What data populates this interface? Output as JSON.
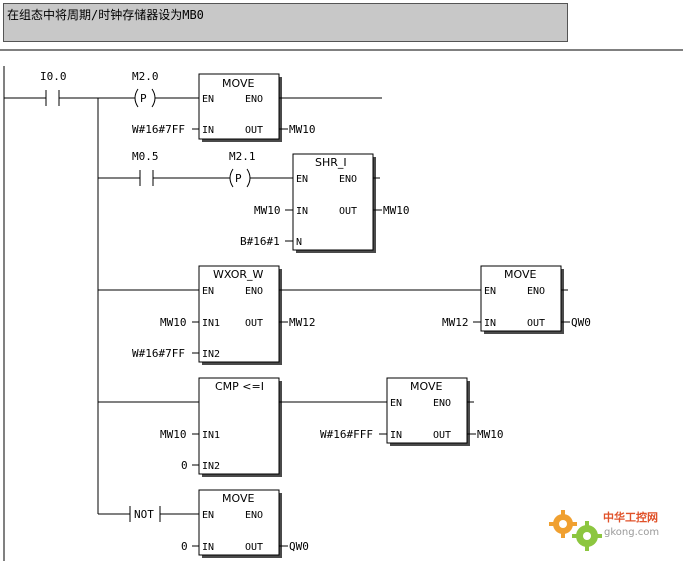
{
  "network_comment": "在组态中将周期/时钟存储器设为MB0",
  "contacts": {
    "i00": "I0.0",
    "m20": "M2.0",
    "m05": "M0.5",
    "m21": "M2.1",
    "p_symbol": "P",
    "not_label": "NOT"
  },
  "blocks": {
    "move1": {
      "title": "MOVE",
      "en": "EN",
      "eno": "ENO",
      "in_pin": "IN",
      "out_pin": "OUT",
      "in_val": "W#16#7FF",
      "out_val": "MW10"
    },
    "shr": {
      "title": "SHR_I",
      "en": "EN",
      "eno": "ENO",
      "in_pin": "IN",
      "out_pin": "OUT",
      "n_pin": "N",
      "in_val": "MW10",
      "out_val": "MW10",
      "n_val": "B#16#1"
    },
    "wxor": {
      "title": "WXOR_W",
      "en": "EN",
      "eno": "ENO",
      "in1_pin": "IN1",
      "in2_pin": "IN2",
      "out_pin": "OUT",
      "in1_val": "MW10",
      "in2_val": "W#16#7FF",
      "out_val": "MW12"
    },
    "move2": {
      "title": "MOVE",
      "en": "EN",
      "eno": "ENO",
      "in_pin": "IN",
      "out_pin": "OUT",
      "in_val": "MW12",
      "out_val": "QW0"
    },
    "cmp": {
      "title": "CMP <=I",
      "in1_pin": "IN1",
      "in2_pin": "IN2",
      "in1_val": "MW10",
      "in2_val": "0"
    },
    "move3": {
      "title": "MOVE",
      "en": "EN",
      "eno": "ENO",
      "in_pin": "IN",
      "out_pin": "OUT",
      "in_val": "W#16#FFF",
      "out_val": "MW10"
    },
    "move4": {
      "title": "MOVE",
      "en": "EN",
      "eno": "ENO",
      "in_pin": "IN",
      "out_pin": "OUT",
      "in_val": "0",
      "out_val": "QW0"
    }
  },
  "watermark": {
    "title": "中华工控网",
    "url": "gkong.com"
  }
}
